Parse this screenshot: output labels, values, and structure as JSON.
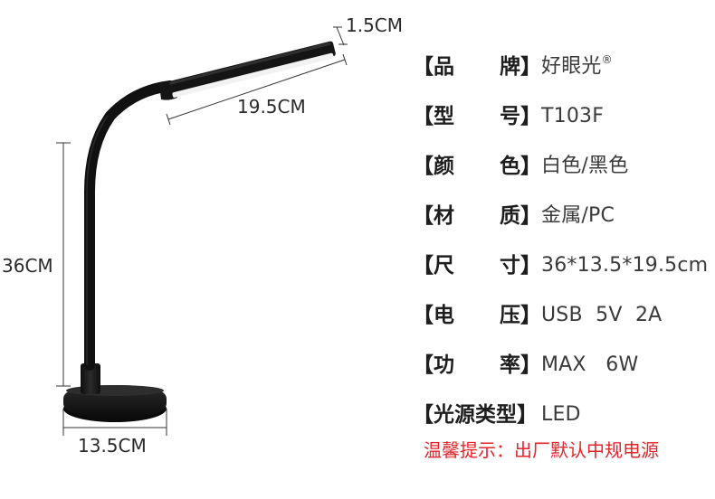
{
  "dimensions": {
    "bar_thickness": "1.5CM",
    "bar_length": "19.5CM",
    "height": "36CM",
    "base_diameter": "13.5CM"
  },
  "specs": [
    {
      "key_left": "【品",
      "key_right": "牌】",
      "value": "好眼光",
      "mark": "®"
    },
    {
      "key_left": "【型",
      "key_right": "号】",
      "value": "T103F"
    },
    {
      "key_left": "【颜",
      "key_right": "色】",
      "value": "白色/黑色"
    },
    {
      "key_left": "【材",
      "key_right": "质】",
      "value": "金属/PC"
    },
    {
      "key_left": "【尺",
      "key_right": "寸】",
      "value": "36*13.5*19.5cm"
    },
    {
      "key_left": "【电",
      "key_right": "压】",
      "value": "USB  5V  2A"
    },
    {
      "key_left": "【功",
      "key_right": "率】",
      "value": "MAX   6W"
    },
    {
      "key_full": "【光源类型】",
      "value": "LED"
    }
  ],
  "notice": "温馨提示：出厂默认中规电源",
  "colors": {
    "lamp_body": "#141414",
    "lamp_highlight": "#3a3a3a",
    "light_strip": "#f2f2f2",
    "dimension_line": "#333333",
    "notice_text": "#e3262b"
  },
  "icons": {
    "product": "desk-lamp-illustration"
  }
}
